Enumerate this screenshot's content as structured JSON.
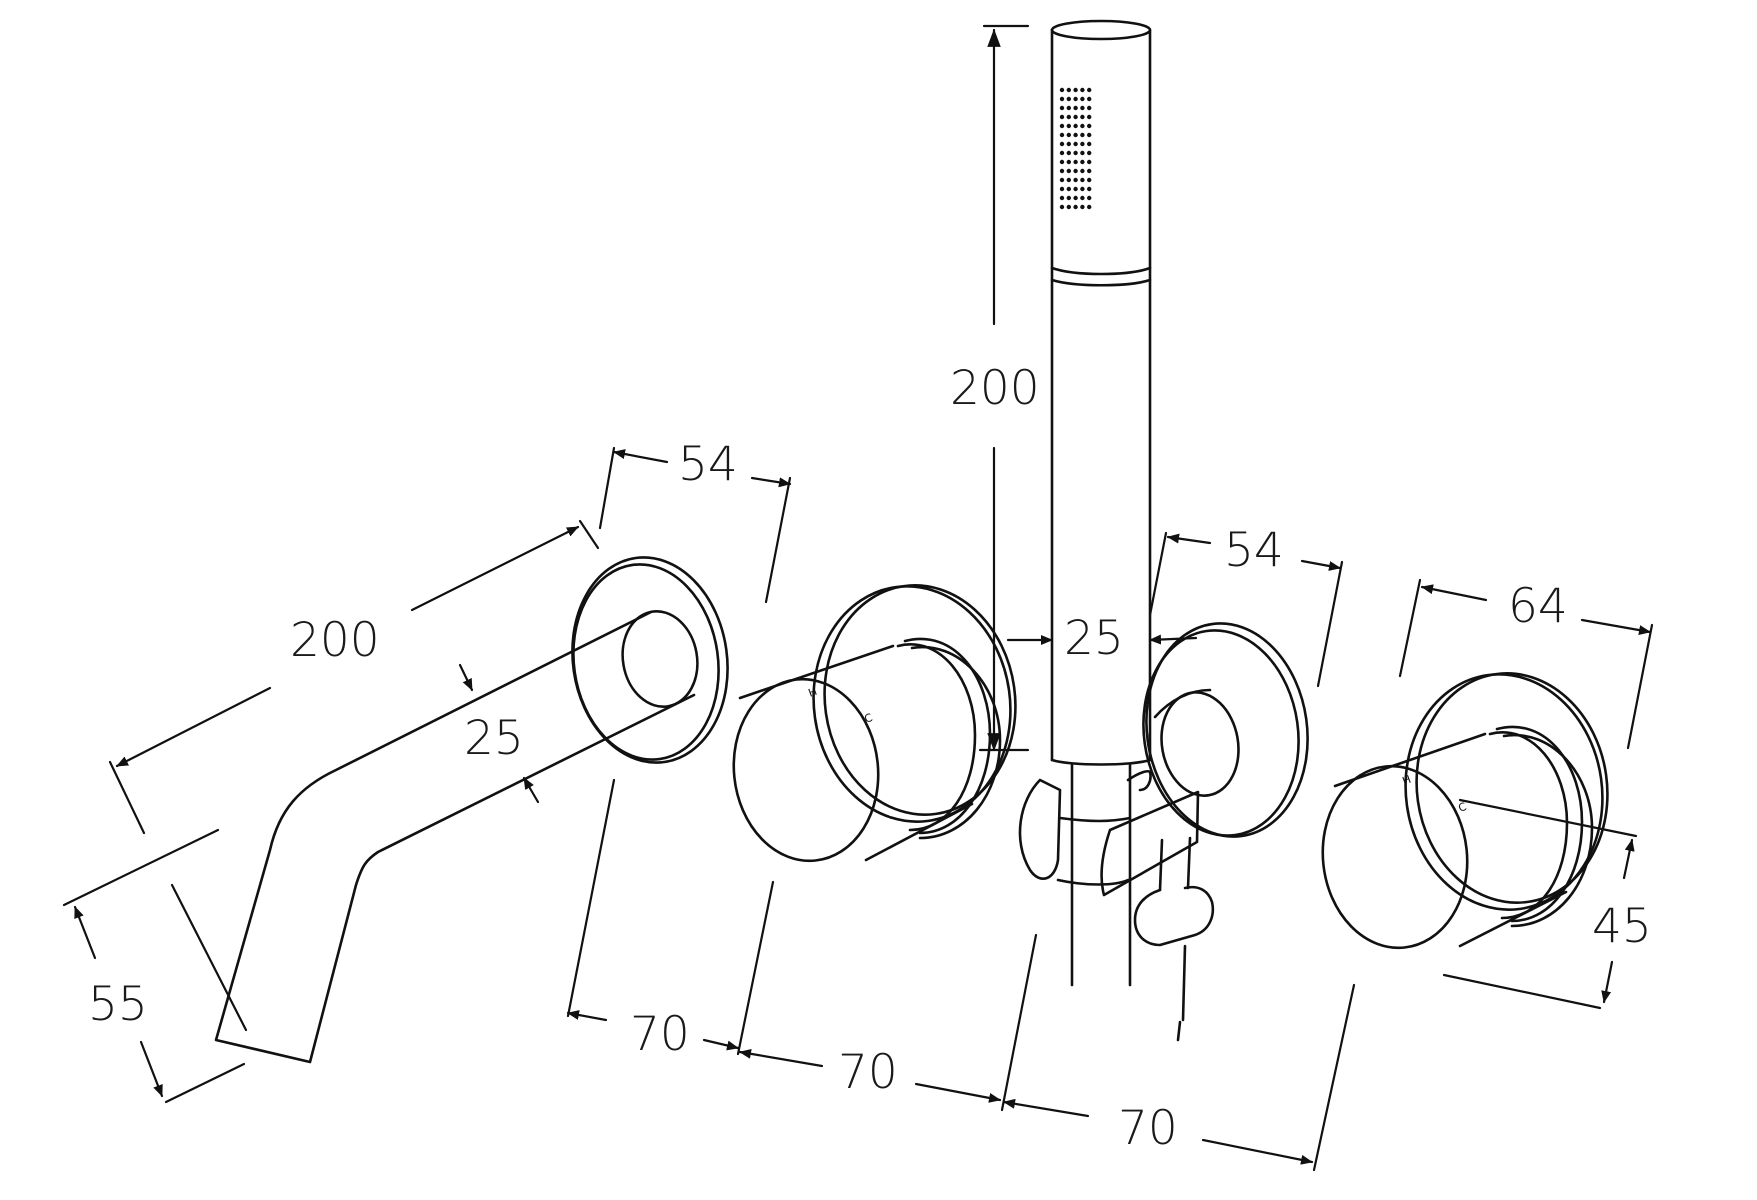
{
  "dimensions": {
    "spout_length": "200",
    "spout_diameter": "25",
    "spout_height": "55",
    "flange_depth_left": "54",
    "flange_depth_right": "54",
    "handshower_length": "200",
    "handshower_diameter": "25",
    "handle_diameter": "64",
    "handle_depth": "45",
    "spacing_1": "70",
    "spacing_2": "70",
    "spacing_3": "70"
  },
  "handle_marks": {
    "hot": "H",
    "cold": "C"
  }
}
